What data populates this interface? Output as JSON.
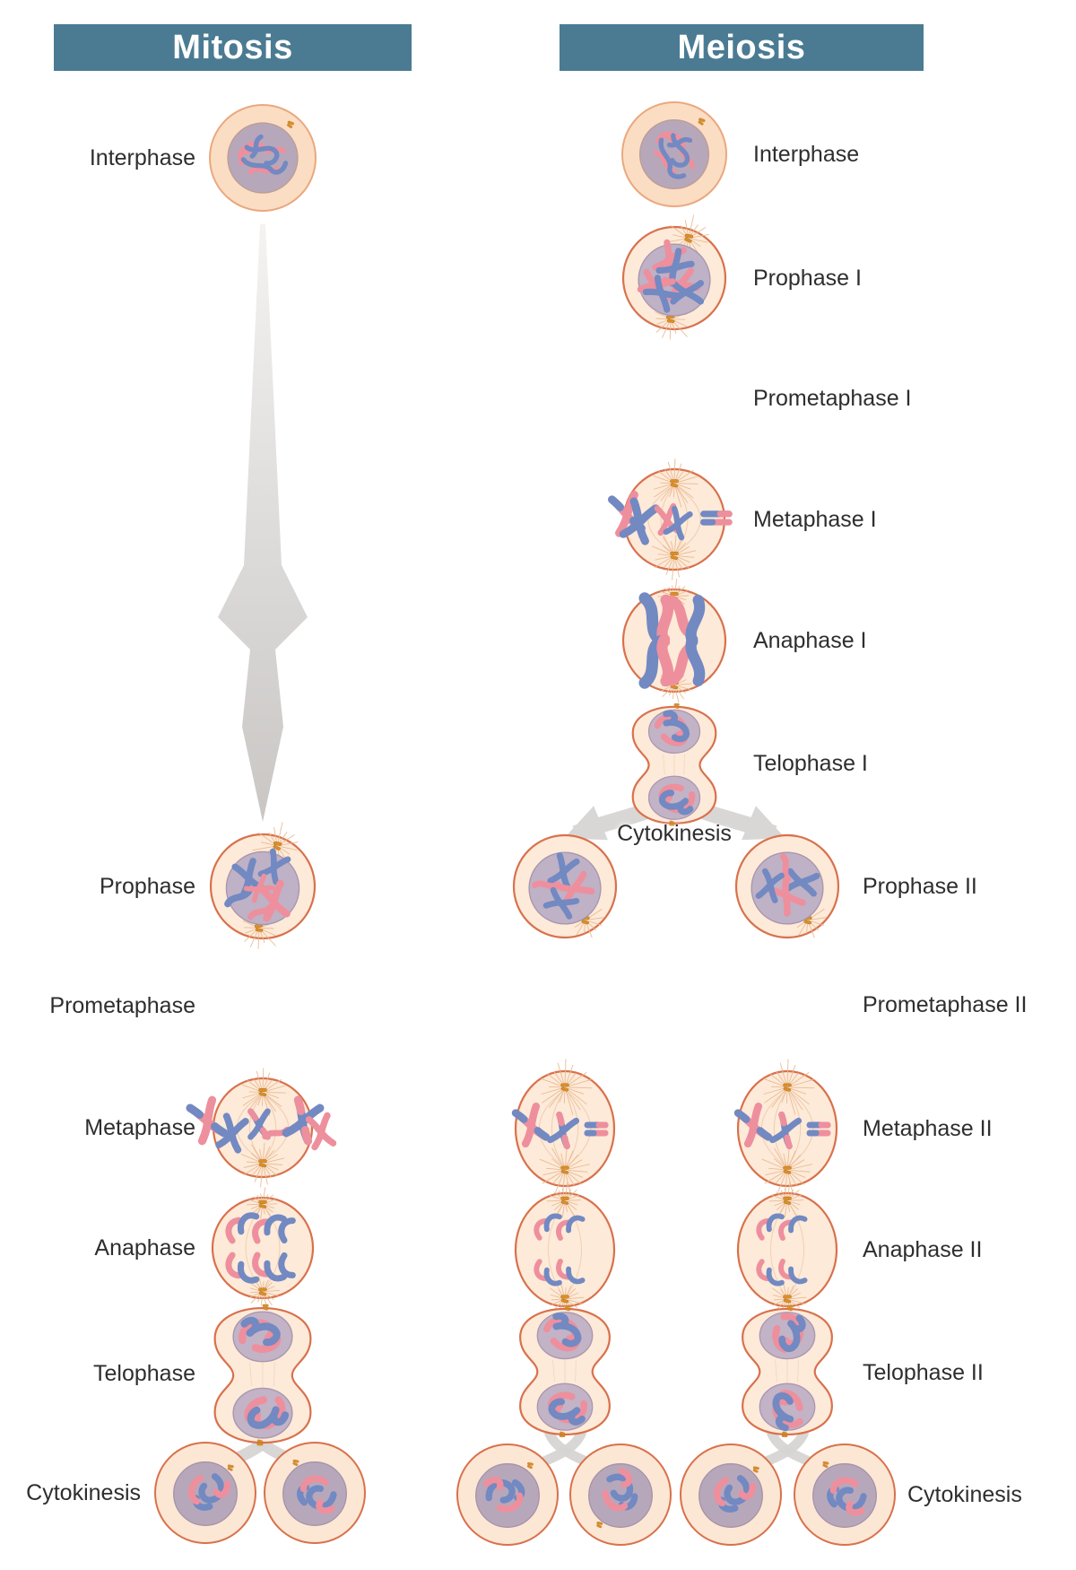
{
  "colors": {
    "banner_bg": "#4a7b93",
    "banner_text": "#ffffff",
    "label_text": "#2e2e2e",
    "arrow_gray": "#d7d5d3",
    "arrow_gradient_top": "#f4f3f2",
    "arrow_gradient_bottom": "#c9c6c4",
    "cell_fill": "#fdead9",
    "cell_fill_interphase": "#fbddc3",
    "cell_fill_daughter": "#fce7d4",
    "cell_stroke": "#d8714c",
    "cell_stroke_interphase": "#eaa87e",
    "nucleus_fill": "#b6a8ba",
    "nucleus_stroke": "#a491a6",
    "telophase_nucleus_fill": "#c2b3c6",
    "chromosome_pink": "#ee8f9d",
    "chromosome_blue": "#7289c2",
    "centrosome_orange": "#dd8d28",
    "aster_ray": "#e9b98f",
    "spindle": "#ecc6a6"
  },
  "mitosis": {
    "title": "Mitosis",
    "rows": [
      {
        "label": "Interphase",
        "phase": "interphase"
      },
      {
        "label": "Prophase",
        "phase": "prophase"
      },
      {
        "label": "Prometaphase",
        "phase": "prometaphase"
      },
      {
        "label": "Metaphase",
        "phase": "metaphase"
      },
      {
        "label": "Anaphase",
        "phase": "anaphase"
      },
      {
        "label": "Telophase",
        "phase": "telophase"
      },
      {
        "label": "Cytokinesis",
        "phase": "cytokinesis"
      }
    ]
  },
  "meiosis": {
    "title": "Meiosis",
    "rows_single": [
      {
        "label": "Interphase",
        "phase": "interphase"
      },
      {
        "label": "Prophase I",
        "phase": "prophase-paired"
      },
      {
        "label": "Prometaphase I",
        "phase": "prometaphase"
      },
      {
        "label": "Metaphase I",
        "phase": "metaphase-bivalents"
      },
      {
        "label": "Anaphase I",
        "phase": "anaphase-i"
      },
      {
        "label": "Telophase I",
        "phase": "telophase"
      }
    ],
    "cytokinesis_mid_label": "Cytokinesis",
    "rows_double": [
      {
        "label": "Prophase II",
        "phase": "prophase-ii"
      },
      {
        "label": "Prometaphase II",
        "phase": "prometaphase"
      },
      {
        "label": "Metaphase II",
        "phase": "metaphase-ii"
      },
      {
        "label": "Anaphase II",
        "phase": "anaphase-ii"
      },
      {
        "label": "Telophase II",
        "phase": "telophase"
      }
    ],
    "cytokinesis_final_label": "Cytokinesis"
  }
}
